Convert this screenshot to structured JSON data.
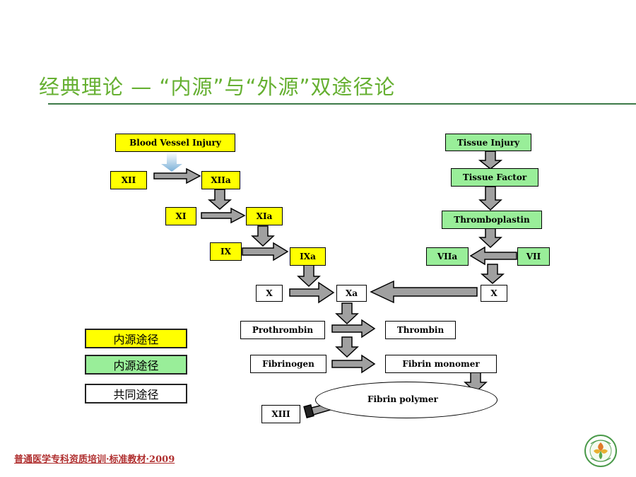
{
  "title": "经典理论 — “内源”与“外源”双途径论",
  "nodes": {
    "blood_vessel_injury": "Blood Vessel Injury",
    "xii": "XII",
    "xiia": "XIIa",
    "xi": "XI",
    "xia": "XIa",
    "ix": "IX",
    "ixa": "IXa",
    "x_left": "X",
    "xa": "Xa",
    "x_right": "X",
    "tissue_injury": "Tissue Injury",
    "tissue_factor": "Tissue Factor",
    "thromboplastin": "Thromboplastin",
    "viia": "VIIa",
    "vii": "VII",
    "prothrombin": "Prothrombin",
    "thrombin": "Thrombin",
    "fibrinogen": "Fibrinogen",
    "fibrin_monomer": "Fibrin  monomer",
    "fibrin_polymer": "Fibrin polymer",
    "xiii": "XIII"
  },
  "legend": [
    {
      "label": "内源途径",
      "color": "#ffff00"
    },
    {
      "label": "内源途径",
      "color": "#99ee99"
    },
    {
      "label": "共同途径",
      "color": "#ffffff"
    }
  ],
  "footer": "普通医学专科资质培训·标准教材·2009",
  "colors": {
    "title": "#66b032",
    "intrinsic": "#ffff00",
    "extrinsic": "#99ee99",
    "arrow": "#a0a0a0",
    "footer": "#b03030"
  },
  "logo_icon": "hospital-emblem-icon"
}
